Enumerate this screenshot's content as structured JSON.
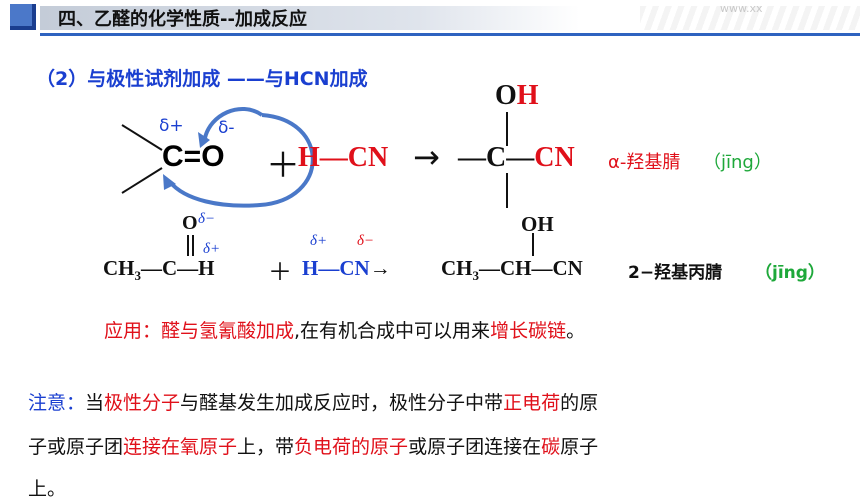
{
  "header": {
    "title": "四、乙醛的化学性质--加成反应",
    "watermark": "www.xx"
  },
  "subtitle": "（2）与极性试剂加成 ——与HCN加成",
  "reaction1": {
    "carbonyl_c": "C",
    "double_bond": "=",
    "carbonyl_o": "O",
    "delta_plus": "δ+",
    "delta_minus": "δ-",
    "plus": "＋",
    "h": "H",
    "bond1": "—",
    "cn": "CN",
    "arrow": "→",
    "product_left_bond": "—",
    "product_c": "C",
    "product_bond": "—",
    "product_cn": "CN",
    "product_oh_o": "O",
    "product_oh_h": "H",
    "name": "α-羟基腈",
    "pinyin": "（jīng）"
  },
  "reaction2": {
    "ch3": "CH",
    "sub3": "3",
    "dash1": "—",
    "c": "C",
    "dash2": "—",
    "h": "H",
    "o": "O",
    "delta_minus_o": "δ−",
    "delta_plus_c": "δ+",
    "plus": "＋",
    "delta_plus_h": "δ+",
    "delta_minus_cn": "δ−",
    "hcn_h": "H",
    "hcn_dash": "—",
    "hcn_cn": "CN",
    "arrow": "→",
    "prod_ch3": "CH",
    "prod_sub3": "3",
    "prod_dash1": "—",
    "prod_ch": "CH",
    "prod_dash2": "—",
    "prod_cn": "CN",
    "prod_oh": "OH",
    "name": "2−羟基丙腈",
    "pinyin": "（jīng）"
  },
  "application": {
    "label": "应用：醛与氢氰酸加成",
    "middle": ",在有机合成中可以用来",
    "highlight": "增长碳链",
    "end": "。"
  },
  "note": {
    "label": "注意：",
    "t1": "当",
    "h1": "极性分子",
    "t2": "与醛基发生加成反应时，极性分子中带",
    "h2": "正电荷",
    "t3": "的原",
    "t4": "子或原子团",
    "h3": "连接在氧原子",
    "t5": "上，带",
    "h4": "负电荷的原子",
    "t6": "或原子团连接在",
    "h5": "碳",
    "t7": "原子",
    "t8": "上。"
  },
  "colors": {
    "red": "#e0101a",
    "blue": "#1a3fd0",
    "green": "#1ea83a",
    "header_accent": "#2f63c0"
  }
}
